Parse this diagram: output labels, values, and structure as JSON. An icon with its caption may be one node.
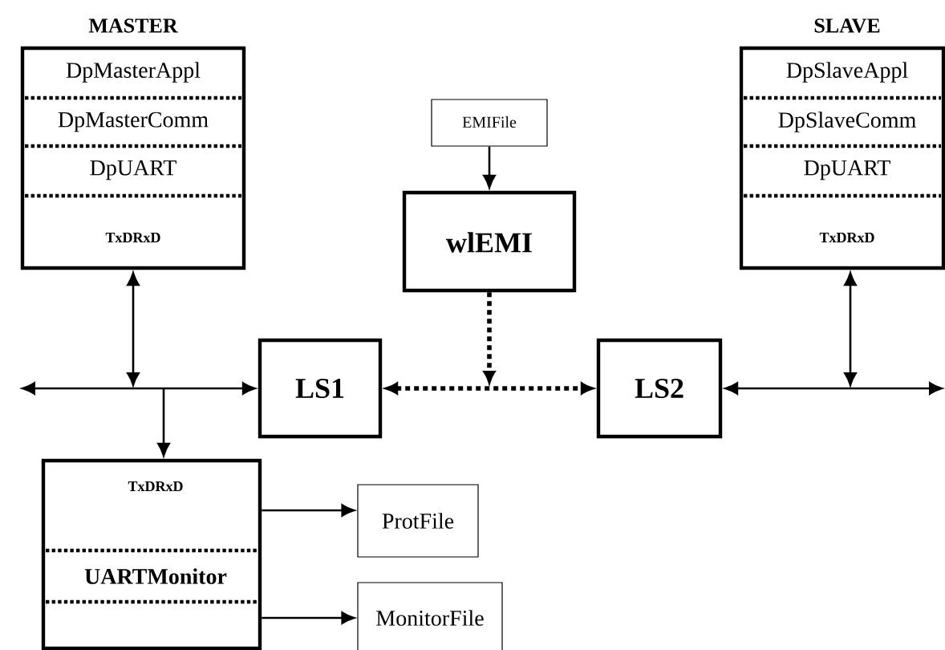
{
  "diagram": {
    "nodes": [
      {
        "text": [
          "MASTER",
          "DpMasterAppl",
          "DpMasterComm",
          "DpUART",
          "TxDRxD"
        ]
      },
      {
        "text": [
          "SLAVE",
          "DpSlaveAppl",
          "DpSlaveComm",
          "DpUART",
          "TxDRxD"
        ]
      },
      {
        "text": [
          "EMIFile"
        ]
      },
      {
        "text": [
          "wlEMI"
        ]
      },
      {
        "text": [
          "LS1"
        ]
      },
      {
        "text": [
          "LS2"
        ]
      },
      {
        "text": [
          "TxDRxD",
          "UARTMonitor"
        ]
      },
      {
        "text": [
          "ProtFile"
        ]
      },
      {
        "text": [
          "MonitorFile"
        ]
      }
    ],
    "edges": [
      {
        "from": null,
        "to": 4,
        "arrow": "both"
      },
      {
        "from": 0,
        "to": null,
        "arrow": "both"
      },
      {
        "from": null,
        "to": 6,
        "arrow": "to"
      },
      {
        "from": 2,
        "to": 3,
        "arrow": "to"
      },
      {
        "from": 3,
        "to": null,
        "arrow": "to",
        "style": "dashed"
      },
      {
        "from": 4,
        "to": 5,
        "arrow": "both",
        "style": "dashed"
      },
      {
        "from": null,
        "to": 5,
        "arrow": "both"
      },
      {
        "from": 1,
        "to": null,
        "arrow": "both"
      },
      {
        "from": 6,
        "to": 7,
        "arrow": "to"
      },
      {
        "from": 6,
        "to": 8,
        "arrow": "to"
      }
    ]
  }
}
